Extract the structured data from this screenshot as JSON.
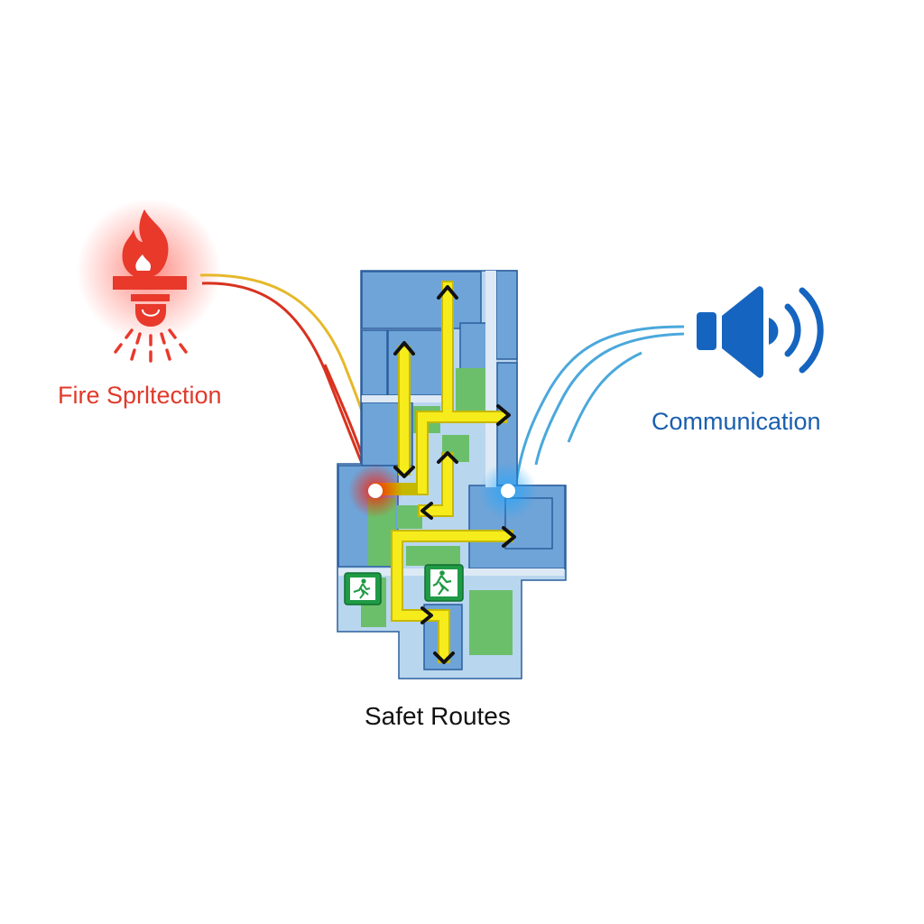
{
  "labels": {
    "fire": "Fire Sprltection",
    "communication": "Communication",
    "routes": "Safet Routes"
  },
  "colors": {
    "fire": "#e8392b",
    "fire_line_yellow": "#e6b82a",
    "communication": "#1565c0",
    "comm_line": "#4aa8dc",
    "floor_room": "#6ea4d8",
    "floor_light": "#b9d6ef",
    "floor_stroke": "#2c5f9e",
    "safe_zone": "#6cbf6a",
    "route": "#f6ec1c",
    "exit_sign": "#1f9a45"
  },
  "icons": [
    "fire-sprinkler-icon",
    "speaker-icon",
    "exit-sign-icon",
    "exit-sign-icon"
  ]
}
